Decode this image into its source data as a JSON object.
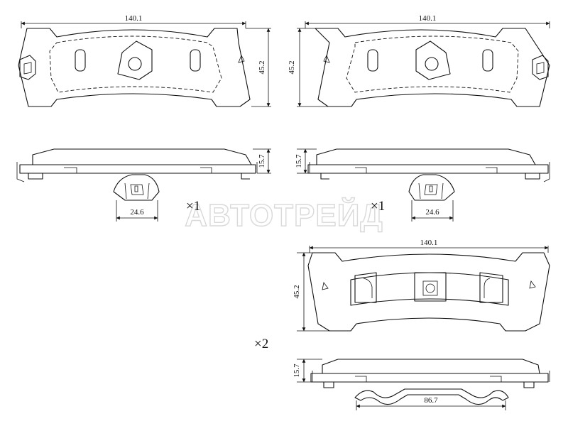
{
  "watermark": "АВТОТРЕЙД",
  "views": {
    "pad_left": {
      "width": "140.1",
      "height": "45.2"
    },
    "pad_right": {
      "width": "140.1",
      "height": "45.2"
    },
    "pad_bottom": {
      "width": "140.1",
      "height": "45.2"
    },
    "side_left": {
      "thickness": "15.7",
      "clip_width": "24.6",
      "quantity": "×1"
    },
    "side_right": {
      "thickness": "15.7",
      "clip_width": "24.6",
      "quantity": "×1"
    },
    "side_bottom": {
      "thickness": "15.7",
      "spring_width": "86.7"
    },
    "bottom_quantity": "×2"
  }
}
